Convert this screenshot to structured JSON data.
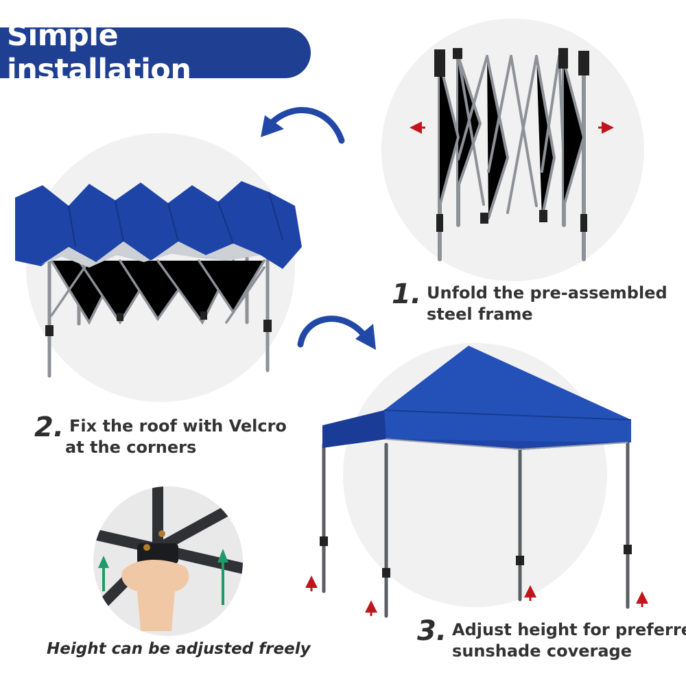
{
  "banner": {
    "title": "Simple installation"
  },
  "steps": [
    {
      "number": "1.",
      "lines": [
        "Unfold the pre-assembled",
        "steel frame"
      ]
    },
    {
      "number": "2.",
      "lines": [
        "Fix the roof with Velcro",
        "at  the corners"
      ]
    },
    {
      "number": "3.",
      "lines": [
        "Adjust height for preferred",
        "sunshade coverage"
      ]
    }
  ],
  "caption": "Height can be adjusted freely",
  "colors": {
    "banner_blue": "#1f3f93",
    "canopy_blue": "#1e44a8",
    "arrow_blue": "#2148a6",
    "frame_gray": "#8d9198",
    "leg_dark": "#4a4d52",
    "arrow_red": "#c0161b",
    "arrow_green": "#1f9a68",
    "circle_bg": "#f1f1f1"
  },
  "icons": [
    "curved-arrow-icon",
    "red-up-arrow-icon",
    "red-side-arrow-icon",
    "green-up-arrow-icon"
  ]
}
